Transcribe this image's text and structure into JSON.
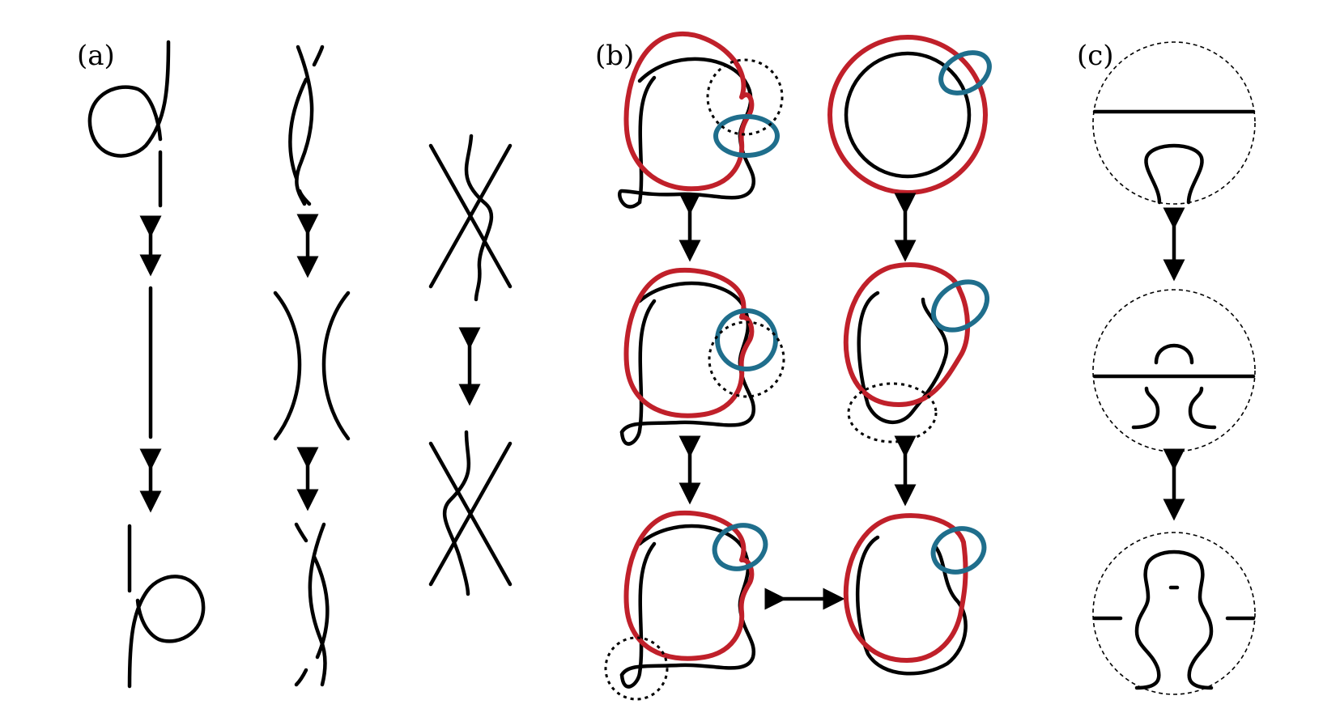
{
  "panels": {
    "a": {
      "label": "(a)"
    },
    "b": {
      "label": "(b)"
    },
    "c": {
      "label": "(c)"
    }
  },
  "colors": {
    "strand": "#000000",
    "red_component": "#c0202a",
    "blue_component": "#1f6e8c",
    "background": "#ffffff"
  }
}
